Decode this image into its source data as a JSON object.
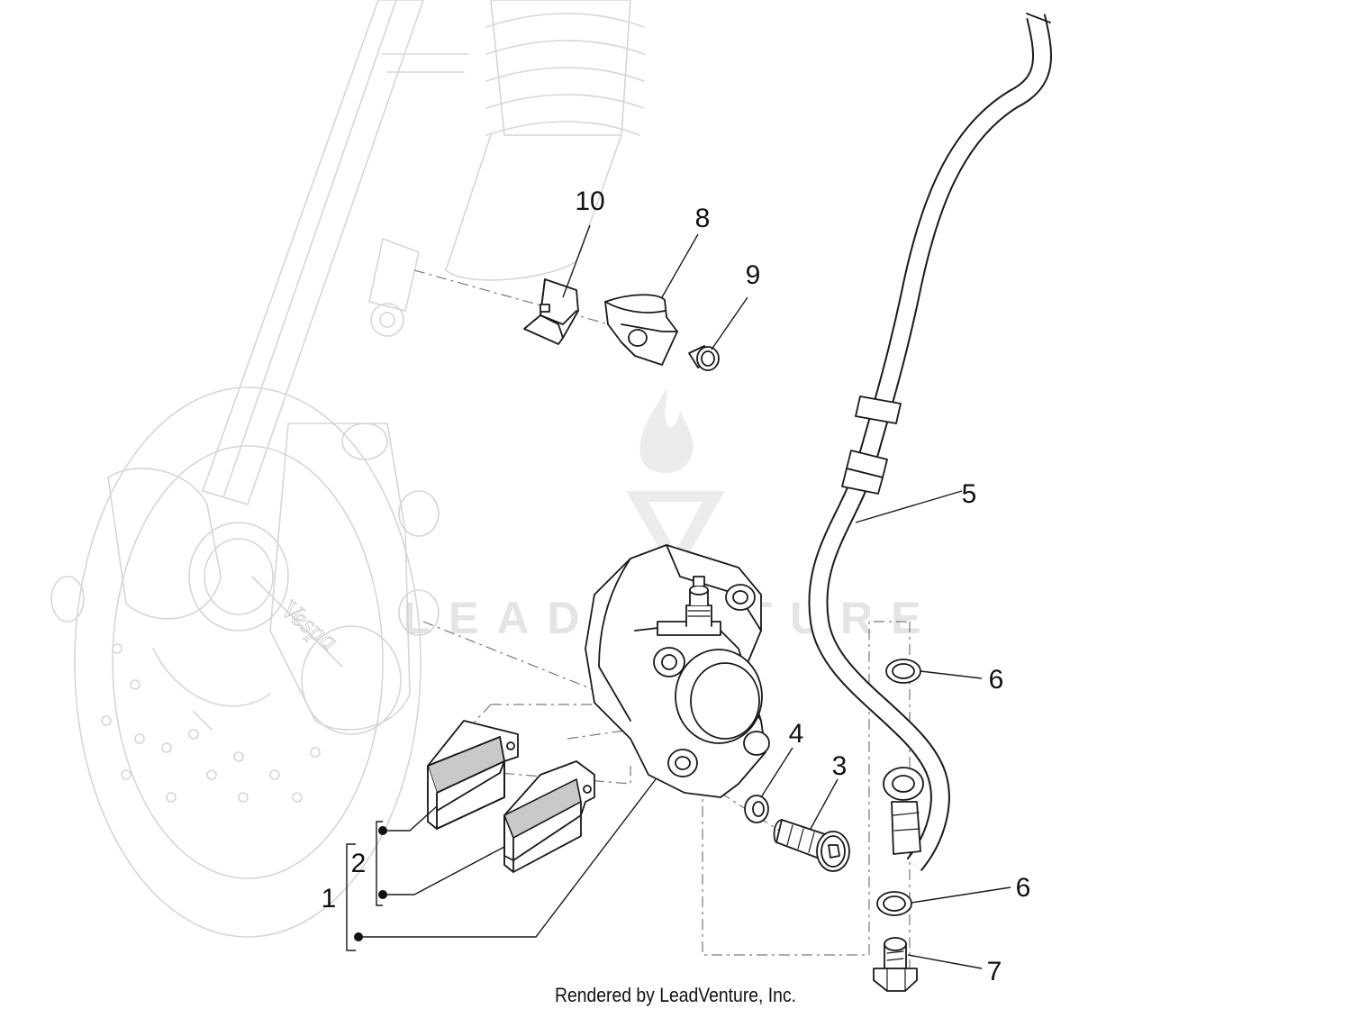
{
  "diagram": {
    "callouts": {
      "c1": "1",
      "c2": "2",
      "c3": "3",
      "c4": "4",
      "c5": "5",
      "c6a": "6",
      "c6b": "6",
      "c7": "7",
      "c8": "8",
      "c9": "9",
      "c10": "10"
    },
    "watermark_text": "LEADVENTURE",
    "fork_logo": "Vespa",
    "footer": "Rendered by LeadVenture, Inc."
  },
  "colors": {
    "ink": "#1a1a1a",
    "ghost": "#d6d6d6",
    "watermark": "#e4e4e4"
  }
}
